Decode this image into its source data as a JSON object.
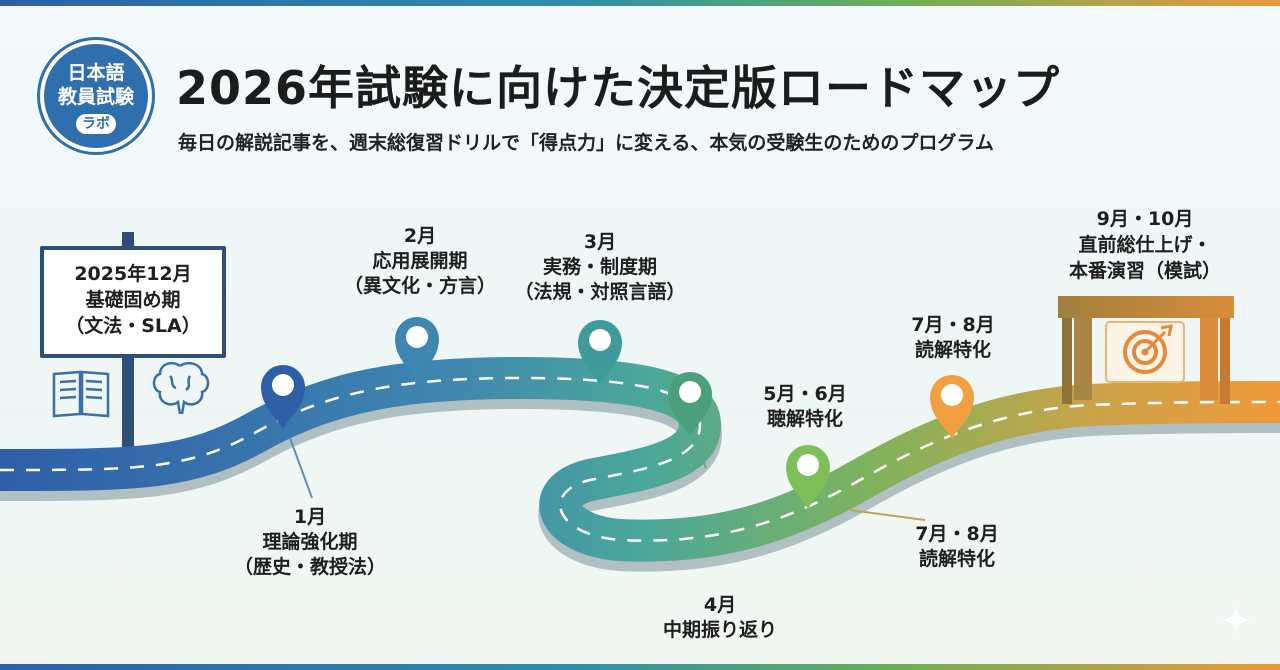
{
  "logo": {
    "line1": "日本語",
    "line2": "教員試験",
    "badge": "ラボ"
  },
  "header": {
    "title": "2026年試験に向けた決定版ロードマップ",
    "subtitle": "毎日の解説記事を、週末総復習ドリルで「得点力」に変える、本気の受験生のためのプログラム"
  },
  "colors": {
    "road_start": "#2f5ea8",
    "road_mid": "#4aa79b",
    "road_end": "#e99a3a",
    "accent_orange": "#f0a040",
    "accent_green": "#7fbf5a"
  },
  "milestones": {
    "dec": {
      "line1": "2025年12月",
      "line2": "基礎固め期",
      "line3": "（文法・SLA）"
    },
    "jan": {
      "line1": "1月",
      "line2": "理論強化期",
      "line3": "（歴史・教授法）"
    },
    "feb": {
      "line1": "2月",
      "line2": "応用展開期",
      "line3": "（異文化・方言）"
    },
    "mar": {
      "line1": "3月",
      "line2": "実務・制度期",
      "line3": "（法規・対照言語）"
    },
    "apr": {
      "line1": "4月",
      "line2": "中期振り返り"
    },
    "may": {
      "line1": "5月・6月",
      "line2": "聴解特化"
    },
    "jul_top": {
      "line1": "7月・8月",
      "line2": "読解特化"
    },
    "jul_bottom": {
      "line1": "7月・8月",
      "line2": "読解特化"
    },
    "sep": {
      "line1": "9月・10月",
      "line2": "直前総仕上げ・",
      "line3": "本番演習（模試）"
    }
  },
  "icons": [
    "book-icon",
    "brain-icon",
    "target-icon",
    "map-pin-icon",
    "sparkle-icon"
  ]
}
